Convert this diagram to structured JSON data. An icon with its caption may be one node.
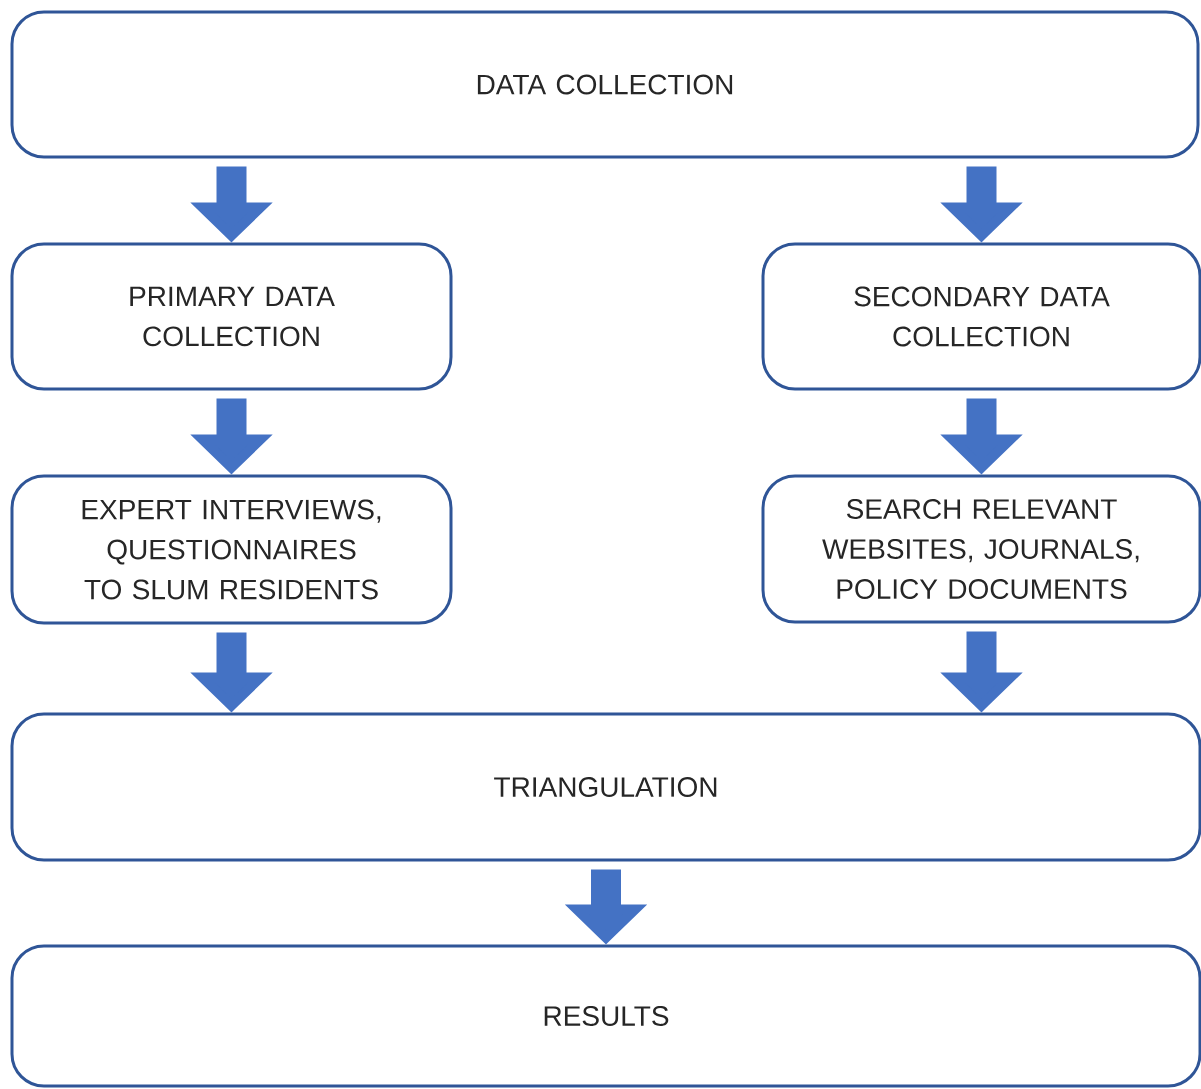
{
  "diagram": {
    "nodes": [
      {
        "text": [
          "DATA COLLECTION"
        ]
      },
      {
        "text": [
          "PRIMARY DATA COLLECTION"
        ]
      },
      {
        "text": [
          "SECONDARY DATA COLLECTION"
        ]
      },
      {
        "text": [
          "EXPERT INTERVIEWS, QUESTIONNAIRES TO SLUM RESIDENTS"
        ]
      },
      {
        "text": [
          "SEARCH RELEVANT WEBSITES, JOURNALS, POLICY DOCUMENTS"
        ]
      },
      {
        "text": [
          "TRIANGULATION"
        ]
      },
      {
        "text": [
          "RESULTS"
        ]
      }
    ],
    "edges": [
      {
        "from": 0,
        "to": 1,
        "arrow": "to"
      },
      {
        "from": 0,
        "to": 2,
        "arrow": "to"
      },
      {
        "from": 1,
        "to": 3,
        "arrow": "to"
      },
      {
        "from": 2,
        "to": 4,
        "arrow": "to"
      },
      {
        "from": 3,
        "to": 5,
        "arrow": "to"
      },
      {
        "from": 4,
        "to": 5,
        "arrow": "to"
      },
      {
        "from": 5,
        "to": 6,
        "arrow": "to"
      }
    ]
  }
}
